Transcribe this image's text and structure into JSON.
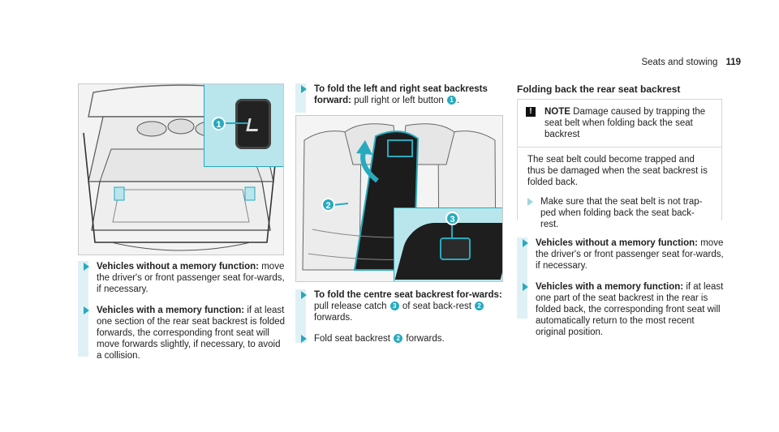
{
  "header": {
    "section": "Seats and stowing",
    "page": "119"
  },
  "col1": {
    "figure": {
      "callout": "1"
    },
    "steps": [
      {
        "title": "Vehicles without a memory function:",
        "text": "move the driver's or front passenger seat for-wards, if necessary."
      },
      {
        "title": "Vehicles with a memory function:",
        "text": "if at least one section of the rear seat backrest is folded forwards, the corresponding front seat will move forwards slightly, if necessary, to avoid a collision."
      }
    ]
  },
  "col2": {
    "intro": {
      "title": "To fold the left and right seat backrests forward:",
      "text_before": "pull right or left button",
      "callout": "1",
      "text_after": "."
    },
    "figure": {
      "callout_2": "2",
      "callout_3": "3"
    },
    "step1": {
      "title": "To fold the centre seat backrest for-wards:",
      "text_before": "pull release catch",
      "callout_a": "3",
      "text_mid": "of seat back-rest",
      "callout_b": "2",
      "text_after": "forwards."
    },
    "step2": {
      "text_before": "Fold seat backrest",
      "callout": "2",
      "text_after": "forwards."
    }
  },
  "col3": {
    "title": "Folding back the rear seat backrest",
    "note": {
      "label": "NOTE",
      "heading": "Damage caused by trapping the seat belt when folding back the seat backrest",
      "body": "The seat belt could become trapped and thus be damaged when the seat backrest is folded back.",
      "step": "Make sure that the seat belt is not trap-ped when folding back the seat back-rest."
    },
    "steps": [
      {
        "title": "Vehicles without a memory function:",
        "text": "move the driver's or front passenger seat for-wards, if necessary."
      },
      {
        "title": "Vehicles with a memory function:",
        "text": "if at least one part of the seat backrest in the rear is folded back, the corresponding front seat will automatically return to the most recent original position."
      }
    ]
  },
  "colors": {
    "accent": "#27aabd",
    "tint": "#dff1f5",
    "inset": "#b9e5ec"
  }
}
